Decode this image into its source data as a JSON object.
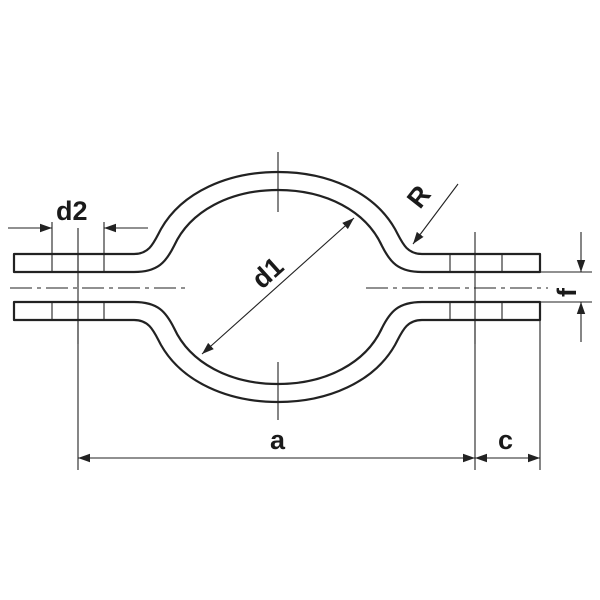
{
  "labels": {
    "d1": "d1",
    "d2": "d2",
    "R": "R",
    "a": "a",
    "c": "c",
    "f": "f"
  },
  "colors": {
    "line": "#222222",
    "background": "#ffffff"
  }
}
